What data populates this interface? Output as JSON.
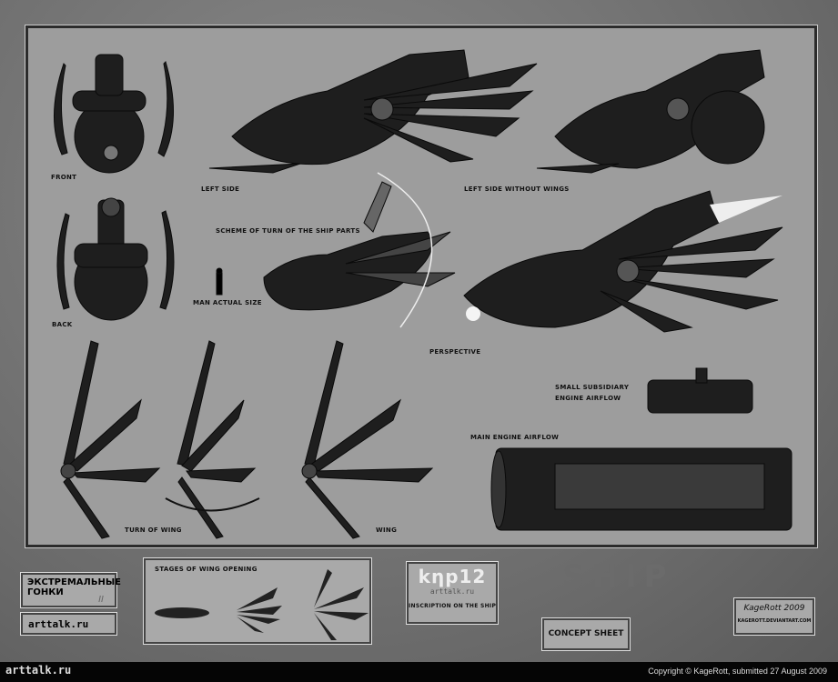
{
  "labels": {
    "front": "FRONT",
    "left_side": "LEFT SIDE",
    "left_side_without_wings": "LEFT SIDE WITHOUT WINGS",
    "scheme": "SCHEME OF TURN OF THE SHIP PARTS",
    "man_actual_size": "MAN ACTUAL SIZE",
    "back": "BACK",
    "perspective": "PERSPECTIVE",
    "small_engine": "SMALL SUBSIDIARY ENGINE AIRFLOW",
    "main_engine": "MAIN ENGINE AIRFLOW",
    "turn_of_wing": "TURN OF WING",
    "wing": "WING"
  },
  "bottom": {
    "game_title": "ЭКСТРЕМАЛЬНЫЕ ГОНКИ",
    "game_title_suffix": "II",
    "logo": "arttalk.ru",
    "stages_title": "STAGES OF WING OPENING",
    "inscription": "kηp12",
    "inscription_caption": "INSCRIPTION ON THE SHIP",
    "watermark": "SHIP",
    "concept_sheet": "CONCEPT SHEET",
    "signature": "KageRott 2009",
    "deviantart": "KAGEROTT.DEVIANTART.COM"
  },
  "footer": {
    "logo": "arttalk.ru",
    "copyright": "Copyright © KageRott, submitted 27 August 2009"
  },
  "colors": {
    "panel": "#9d9d9d",
    "ink": "#1a1a1a",
    "footer": "#050505"
  }
}
